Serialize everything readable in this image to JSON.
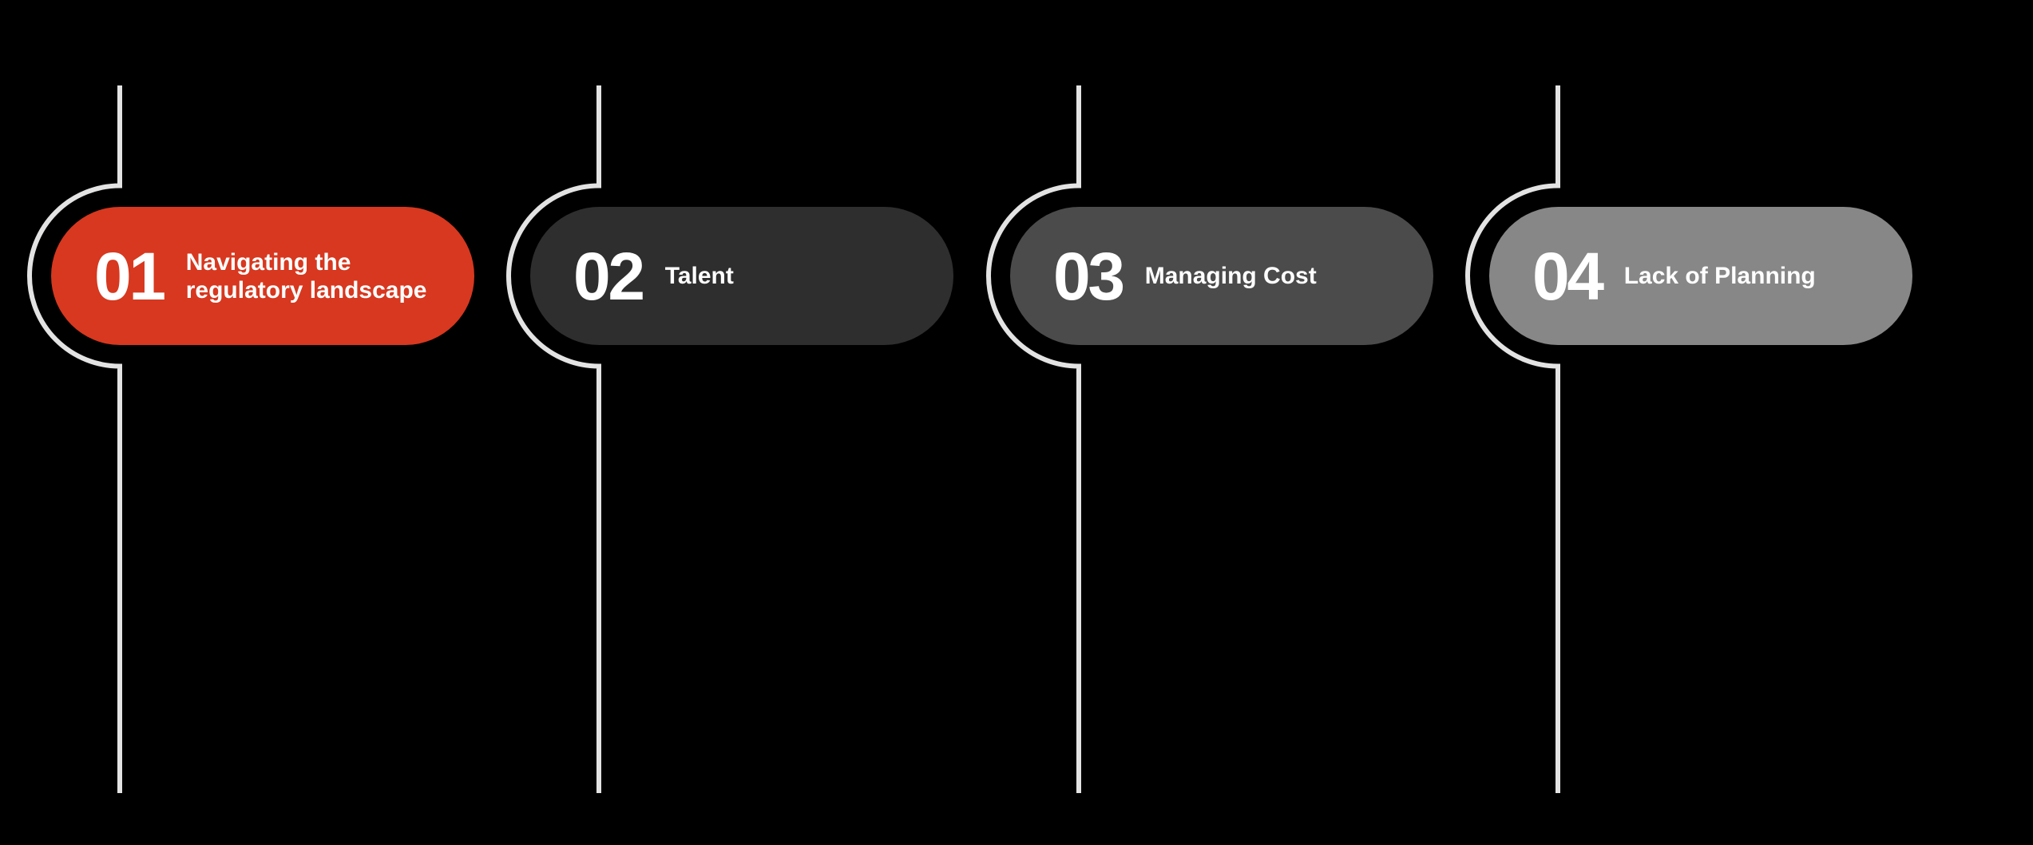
{
  "canvas": {
    "background_color": "#000000",
    "text_color": "#ffffff",
    "line_color": "#e3e3e3"
  },
  "steps": [
    {
      "number": "01",
      "label": "Navigating the regulatory landscape",
      "color": "#d7381f"
    },
    {
      "number": "02",
      "label": "Talent",
      "color": "#2e2e2e"
    },
    {
      "number": "03",
      "label": "Managing Cost",
      "color": "#4b4b4b"
    },
    {
      "number": "04",
      "label": "Lack of Planning",
      "color": "#878787"
    }
  ]
}
